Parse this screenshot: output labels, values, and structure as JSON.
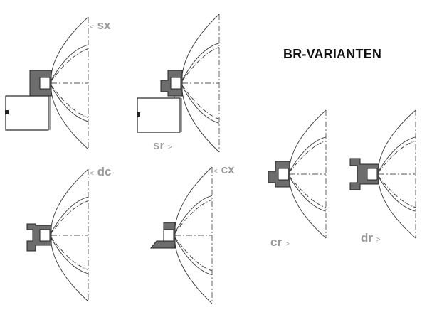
{
  "title": "BR-VARIANTEN",
  "caret_left": "<",
  "caret_right": ">",
  "variants": {
    "sx": "sx",
    "sr": "sr",
    "dc": "dc",
    "cx": "cx",
    "cr": "cr",
    "dr": "dr"
  },
  "colors": {
    "label": "#9a9a9a",
    "title": "#111111",
    "housing": "#6d6d6d",
    "line": "#444444"
  }
}
